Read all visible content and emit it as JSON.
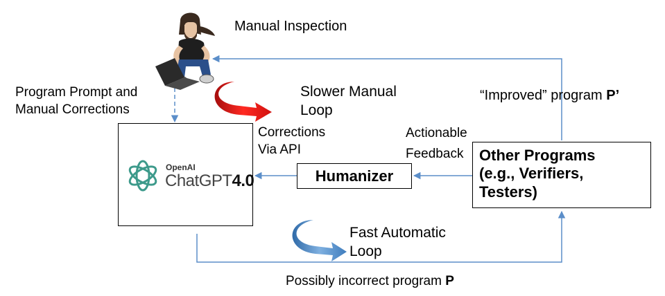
{
  "labels": {
    "manual_inspection": "Manual Inspection",
    "program_prompt": [
      "Program Prompt and",
      "Manual Corrections"
    ],
    "slower_loop": [
      "Slower Manual",
      "Loop"
    ],
    "corrections_api": [
      "Corrections",
      "Via API"
    ],
    "actionable_feedback": [
      "Actionable",
      "Feedback"
    ],
    "improved_program_prefix": "“Improved” program ",
    "improved_program_var": "P’",
    "fast_loop": [
      "Fast Automatic",
      "Loop"
    ],
    "possibly_incorrect_prefix": "Possibly incorrect program ",
    "possibly_incorrect_var": "P"
  },
  "nodes": {
    "chatgpt": {
      "brand": "OpenAI",
      "product": "ChatGPT",
      "version": "4.0"
    },
    "humanizer": "Humanizer",
    "other_programs": [
      "Other Programs",
      "(e.g., Verifiers,",
      "Testers)"
    ]
  },
  "colors": {
    "arrow": "#5b8ec9",
    "slow_loop_arrow": "#e0201c",
    "fast_loop_arrow": "#4a86c5",
    "openai_logo": "#3d9a8b"
  },
  "icons": {
    "person": "person-at-laptop-icon",
    "logo": "openai-logo-icon"
  }
}
